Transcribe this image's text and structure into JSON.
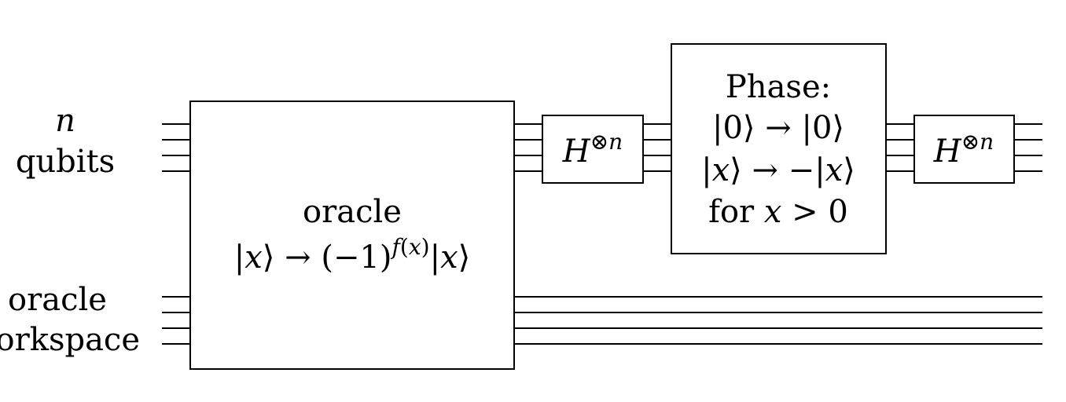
{
  "left_labels": {
    "top_var": "n",
    "top_word": "qubits",
    "bottom_line1": "oracle",
    "bottom_line2": "workspace"
  },
  "oracle_gate": {
    "title": "oracle",
    "ket_open": "|",
    "var_x": "x",
    "ket_close": "⟩",
    "arrow": "→",
    "minus_one": "(−1)",
    "exponent_f": "f",
    "exponent_open": "(",
    "exponent_x": "x",
    "exponent_close": ")"
  },
  "hadamard_1": {
    "letter": "H",
    "tensor": "⊗",
    "power": "n"
  },
  "phase_gate": {
    "title": "Phase:",
    "line1": "|0⟩ → |0⟩",
    "line2_open": "|",
    "line2_x": "x",
    "line2_mid": "⟩ → −|",
    "line2_x2": "x",
    "line2_close": "⟩",
    "line3_for": "for",
    "line3_x": "x",
    "line3_rest": "> 0"
  },
  "hadamard_2": {
    "letter": "H",
    "tensor": "⊗",
    "power": "n"
  }
}
